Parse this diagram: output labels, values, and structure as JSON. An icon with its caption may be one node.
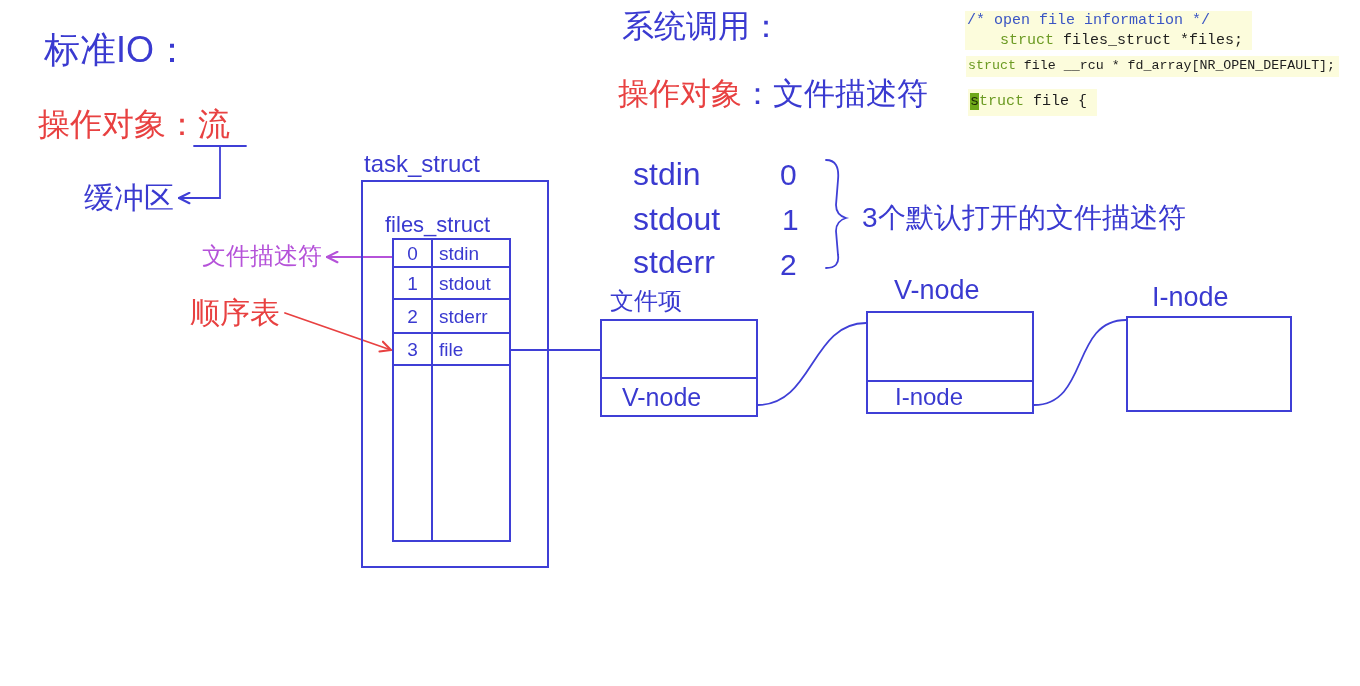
{
  "diagram": {
    "nodes": [
      {
        "text": [
          "操作对象：流"
        ]
      },
      {
        "text": [
          "缓冲区"
        ]
      },
      {
        "text": [
          "task_struct"
        ]
      },
      {
        "text": [
          "files_struct"
        ],
        "in": 2
      },
      {
        "text": [
          "0",
          "stdin"
        ],
        "in": 3
      },
      {
        "text": [
          "1",
          "stdout"
        ],
        "in": 3
      },
      {
        "text": [
          "2",
          "stderr"
        ],
        "in": 3
      },
      {
        "text": [
          "3",
          "file"
        ],
        "in": 3
      },
      {
        "text": [
          "文件描述符"
        ]
      },
      {
        "text": [
          "顺序表"
        ]
      },
      {
        "text": [
          "文件项"
        ]
      },
      {
        "text": [
          "V-node"
        ],
        "in": 10
      },
      {
        "text": [
          "V-node"
        ]
      },
      {
        "text": [
          "I-node"
        ],
        "in": 12
      },
      {
        "text": [
          "I-node"
        ]
      }
    ],
    "edges": [
      {
        "from": 0,
        "to": 1,
        "arrow": "to"
      },
      {
        "from": 4,
        "to": 8,
        "arrow": "to",
        "color": "#b552d9"
      },
      {
        "from": 9,
        "to": 3,
        "arrow": "to",
        "color": "#e84141"
      },
      {
        "from": 7,
        "to": 10,
        "arrow": "none"
      },
      {
        "from": 11,
        "to": 12,
        "arrow": "none"
      },
      {
        "from": 13,
        "to": 14,
        "arrow": "none"
      }
    ],
    "labels": [
      "标准IO：",
      "系统调用：",
      "/* open file information */",
      "struct files_struct *files;",
      "struct file __rcu * fd_array[NR_OPEN_DEFAULT];",
      "操作对象",
      "：文件描述符",
      "struct file {",
      "stdin",
      "0",
      "stdout",
      "1",
      "stderr",
      "2",
      "3个默认打开的文件描述符"
    ]
  }
}
